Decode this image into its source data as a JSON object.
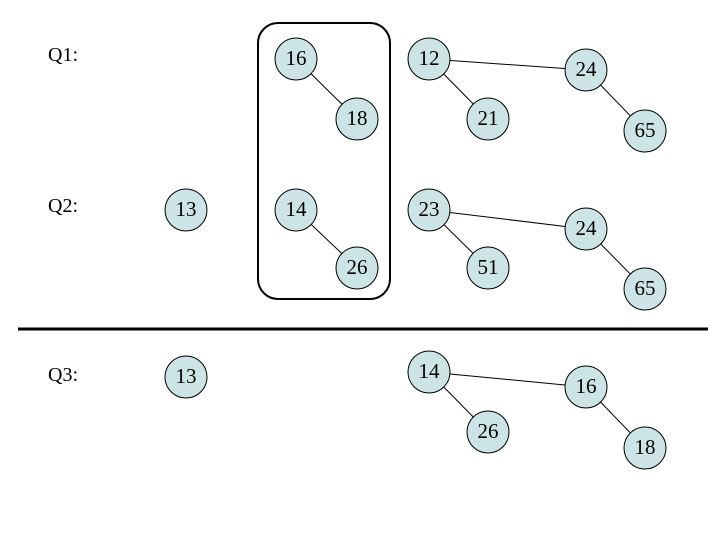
{
  "colors": {
    "node_fill": "#cce4e6",
    "node_stroke": "#000000",
    "edge": "#000000",
    "background": "#ffffff"
  },
  "queues": {
    "q1": {
      "label": "Q1:"
    },
    "q2": {
      "label": "Q2:"
    },
    "q3": {
      "label": "Q3:"
    }
  },
  "nodes": {
    "q1_16": "16",
    "q1_18": "18",
    "q1_12": "12",
    "q1_21": "21",
    "q1_24": "24",
    "q1_65": "65",
    "q2_13": "13",
    "q2_14": "14",
    "q2_26": "26",
    "q2_23": "23",
    "q2_51": "51",
    "q2_24": "24",
    "q2_65": "65",
    "q3_13": "13",
    "q3_14": "14",
    "q3_26": "26",
    "q3_16": "16",
    "q3_18": "18"
  },
  "edges": [
    [
      "q1_16",
      "q1_18"
    ],
    [
      "q1_12",
      "q1_24"
    ],
    [
      "q1_12",
      "q1_21"
    ],
    [
      "q1_24",
      "q1_65"
    ],
    [
      "q2_14",
      "q2_26"
    ],
    [
      "q2_23",
      "q2_24"
    ],
    [
      "q2_23",
      "q2_51"
    ],
    [
      "q2_24",
      "q2_65"
    ],
    [
      "q3_14",
      "q3_16"
    ],
    [
      "q3_14",
      "q3_26"
    ],
    [
      "q3_16",
      "q3_18"
    ]
  ]
}
